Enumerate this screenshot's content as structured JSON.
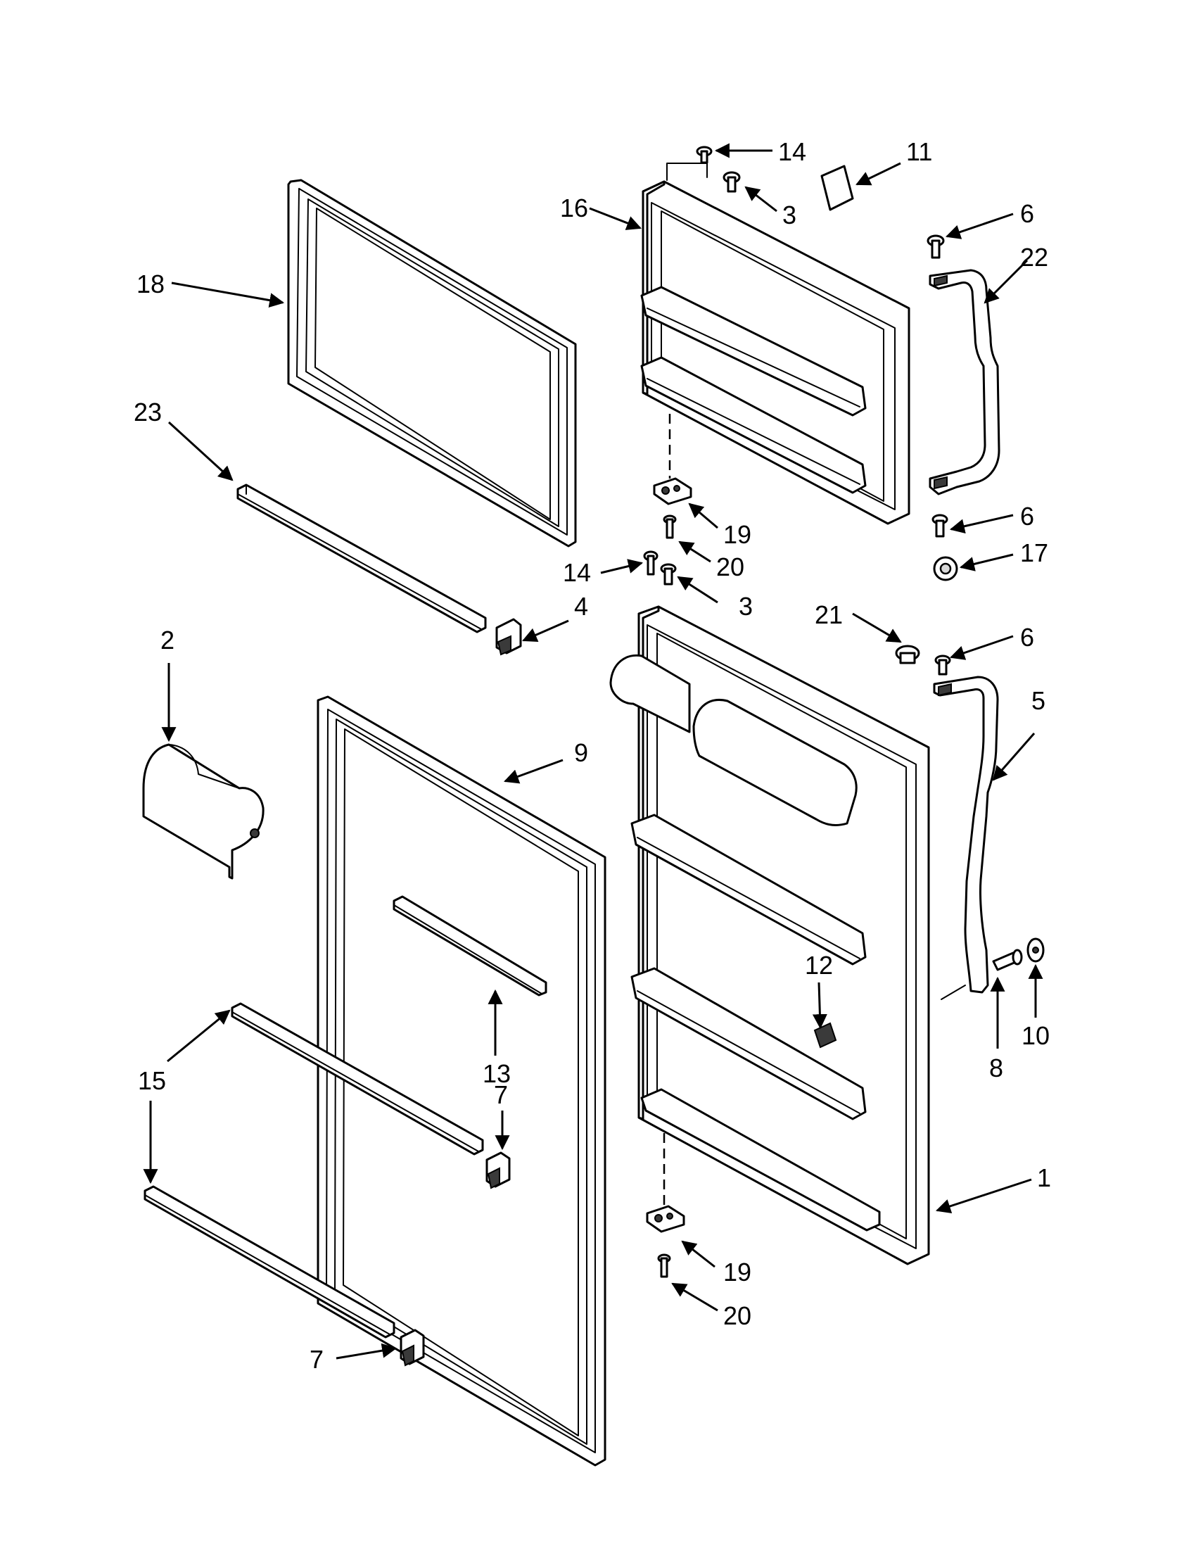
{
  "diagram": {
    "callouts": [
      {
        "id": "c14a",
        "label": "14"
      },
      {
        "id": "c11",
        "label": "11"
      },
      {
        "id": "c3a",
        "label": "3"
      },
      {
        "id": "c16",
        "label": "16"
      },
      {
        "id": "c6a",
        "label": "6"
      },
      {
        "id": "c22",
        "label": "22"
      },
      {
        "id": "c18",
        "label": "18"
      },
      {
        "id": "c23",
        "label": "23"
      },
      {
        "id": "c19a",
        "label": "19"
      },
      {
        "id": "c6b",
        "label": "6"
      },
      {
        "id": "c20a",
        "label": "20"
      },
      {
        "id": "c17",
        "label": "17"
      },
      {
        "id": "c14b",
        "label": "14"
      },
      {
        "id": "c3b",
        "label": "3"
      },
      {
        "id": "c4",
        "label": "4"
      },
      {
        "id": "c21",
        "label": "21"
      },
      {
        "id": "c6c",
        "label": "6"
      },
      {
        "id": "c2",
        "label": "2"
      },
      {
        "id": "c5",
        "label": "5"
      },
      {
        "id": "c9",
        "label": "9"
      },
      {
        "id": "c12",
        "label": "12"
      },
      {
        "id": "c13",
        "label": "13"
      },
      {
        "id": "c8",
        "label": "8"
      },
      {
        "id": "c10",
        "label": "10"
      },
      {
        "id": "c15",
        "label": "15"
      },
      {
        "id": "c7a",
        "label": "7"
      },
      {
        "id": "c1",
        "label": "1"
      },
      {
        "id": "c19b",
        "label": "19"
      },
      {
        "id": "c20b",
        "label": "20"
      },
      {
        "id": "c7b",
        "label": "7"
      }
    ]
  }
}
